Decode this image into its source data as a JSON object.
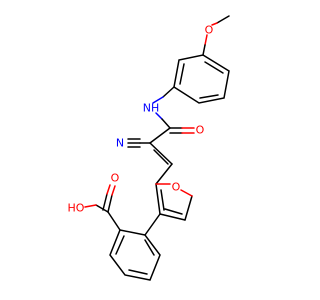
{
  "molecule": {
    "atoms": {
      "methoxy_o": {
        "text": "O",
        "color": "#ff0000"
      },
      "amide_nh": {
        "text": "NH",
        "color": "#0000ff"
      },
      "amide_o": {
        "text": "O",
        "color": "#ff0000"
      },
      "nitrile_n": {
        "text": "N",
        "color": "#0000ff"
      },
      "furan_o": {
        "text": "O",
        "color": "#ff0000"
      },
      "acid_oh": {
        "text": "HO",
        "color": "#ff0000"
      },
      "acid_o": {
        "text": "O",
        "color": "#ff0000"
      }
    }
  },
  "colors": {
    "bond": "#000000",
    "nitrogen": "#0000ff",
    "oxygen": "#ff0000",
    "background": "#ffffff"
  }
}
